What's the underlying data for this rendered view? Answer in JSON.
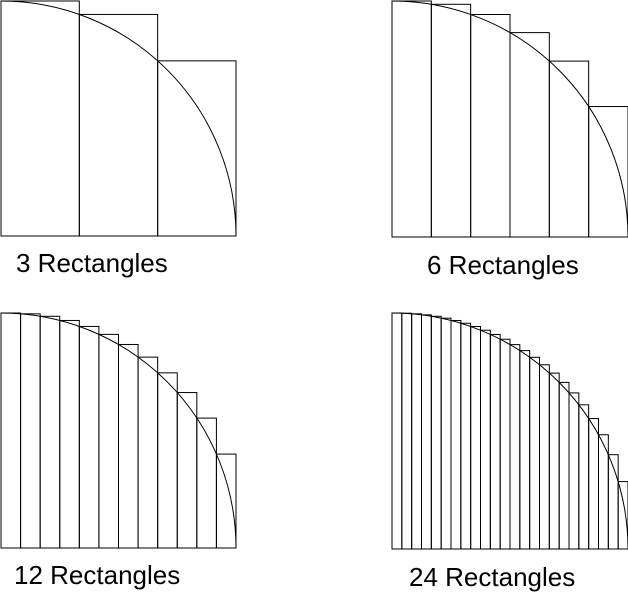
{
  "panels": [
    {
      "caption": "3 Rectangles",
      "rectangles": 3
    },
    {
      "caption": "6 Rectangles",
      "rectangles": 6
    },
    {
      "caption": "12 Rectangles",
      "rectangles": 12
    },
    {
      "caption": "24 Rectangles",
      "rectangles": 24
    }
  ],
  "colors": {
    "stroke": "#000000",
    "background": "#ffffff"
  }
}
